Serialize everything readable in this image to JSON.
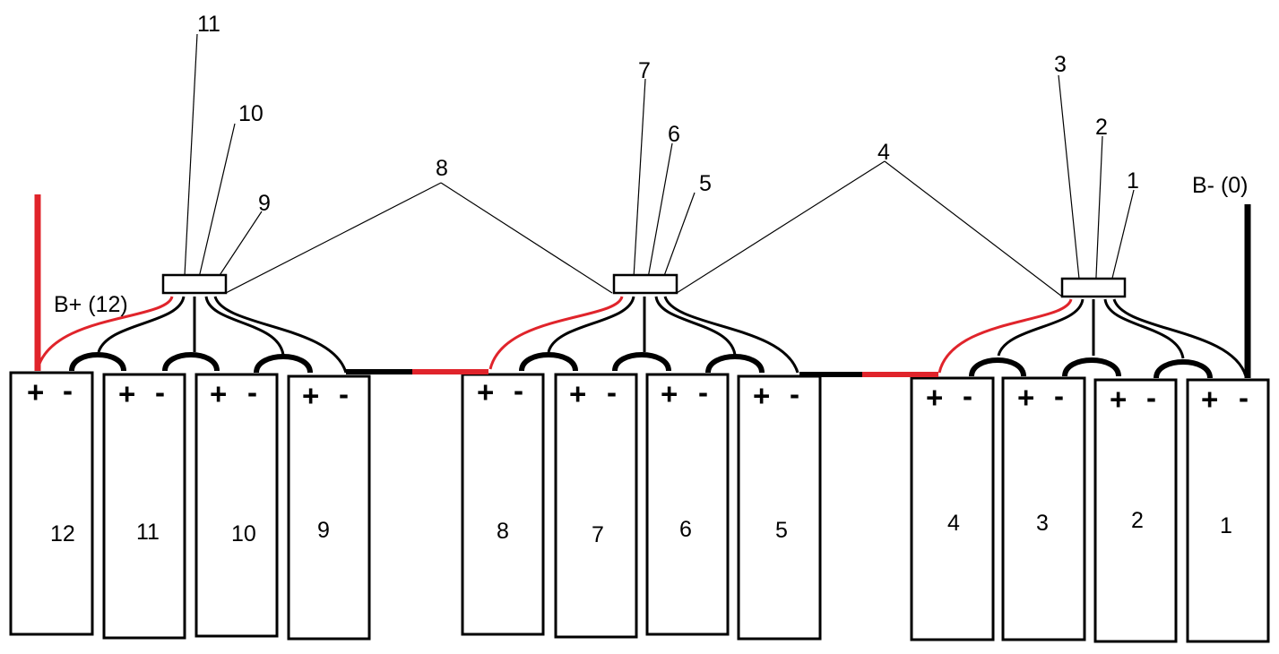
{
  "diagram": {
    "positive_terminal": {
      "label": "B+ (12)",
      "color": "#e0242b"
    },
    "negative_terminal": {
      "label": "B- (0)",
      "color": "#000000"
    },
    "cells": [
      {
        "label": "12",
        "plus": "+",
        "minus": "-"
      },
      {
        "label": "11",
        "plus": "+",
        "minus": "-"
      },
      {
        "label": "10",
        "plus": "+",
        "minus": "-"
      },
      {
        "label": "9",
        "plus": "+",
        "minus": "-"
      },
      {
        "label": "8",
        "plus": "+",
        "minus": "-"
      },
      {
        "label": "7",
        "plus": "+",
        "minus": "-"
      },
      {
        "label": "6",
        "plus": "+",
        "minus": "-"
      },
      {
        "label": "5",
        "plus": "+",
        "minus": "-"
      },
      {
        "label": "4",
        "plus": "+",
        "minus": "-"
      },
      {
        "label": "3",
        "plus": "+",
        "minus": "-"
      },
      {
        "label": "2",
        "plus": "+",
        "minus": "-"
      },
      {
        "label": "1",
        "plus": "+",
        "minus": "-"
      }
    ],
    "balance_leads": [
      "11",
      "10",
      "9",
      "8",
      "7",
      "6",
      "5",
      "4",
      "3",
      "2",
      "1"
    ],
    "colors": {
      "wire_red": "#e0242b",
      "wire_black": "#000000"
    }
  }
}
